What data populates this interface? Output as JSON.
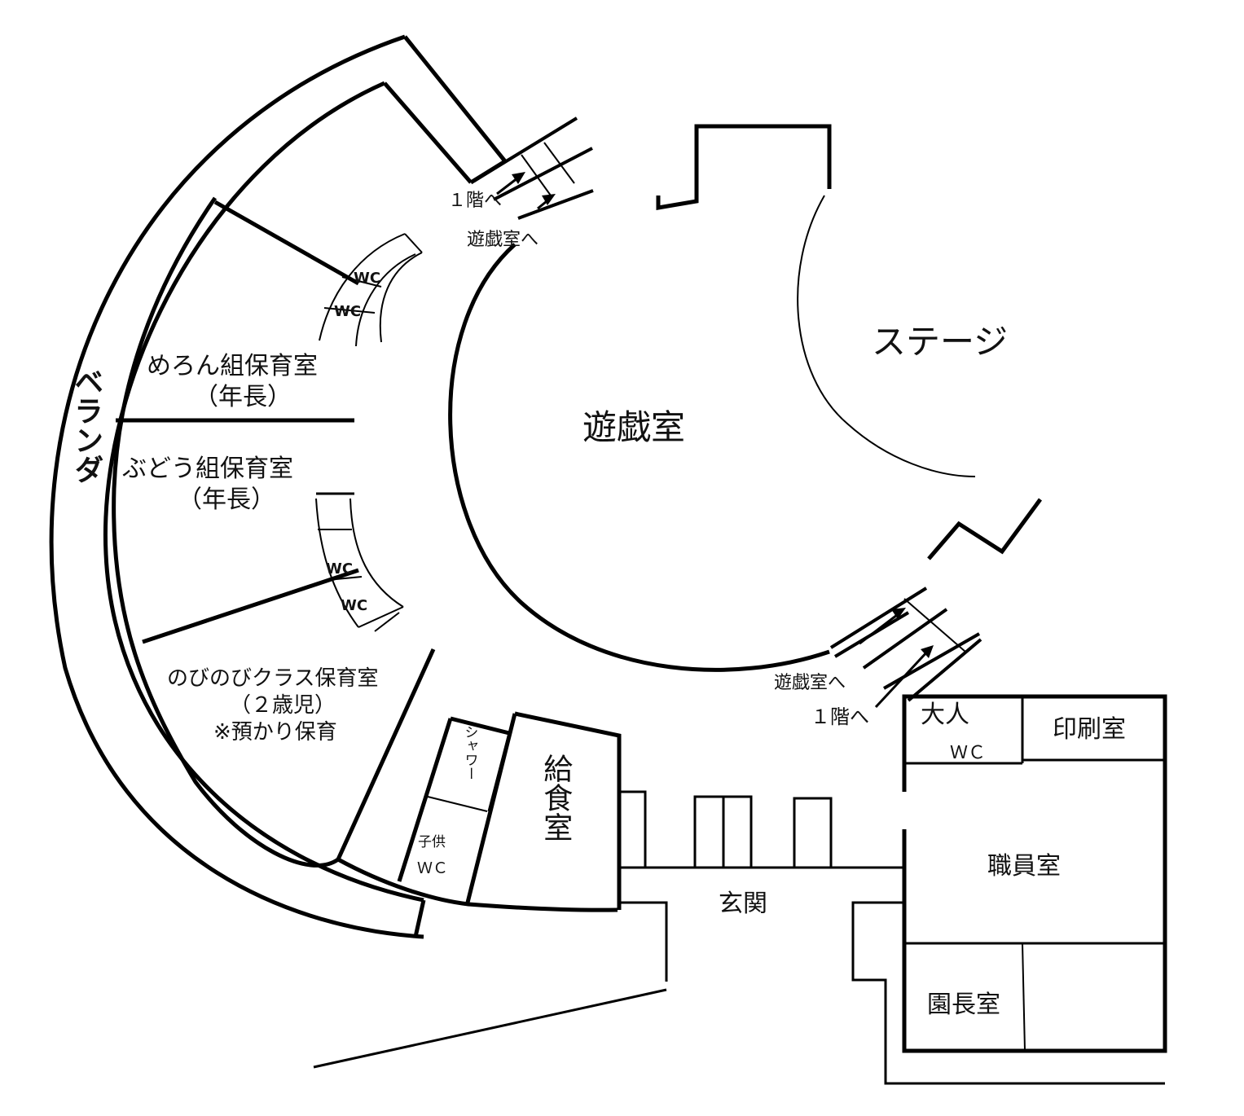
{
  "rooms": {
    "playroom": "遊戯室",
    "stage": "ステージ",
    "veranda": "ベランダ",
    "melon_room": "めろん組保育室",
    "melon_sub": "（年長）",
    "budou_room": "ぶどう組保育室",
    "budou_sub": "（年長）",
    "nobinobi_room": "のびのびクラス保育室",
    "nobinobi_sub": "（２歳児）",
    "nobinobi_note": "※預かり保育",
    "shower": "シャワー",
    "child_wc_1": "子供",
    "child_wc_2": "ＷＣ",
    "kitchen": "給食室",
    "entrance": "玄関",
    "adult_wc_1": "大人",
    "adult_wc_2": "ＷＣ",
    "print_room": "印刷室",
    "staff_room": "職員室",
    "principal_room": "園長室"
  },
  "stairs": {
    "upper_to_floor1": "１階へ",
    "upper_to_playroom": "遊戯室へ",
    "lower_to_playroom": "遊戯室へ",
    "lower_to_floor1": "１階へ"
  },
  "toilets": {
    "wc": "WC"
  }
}
